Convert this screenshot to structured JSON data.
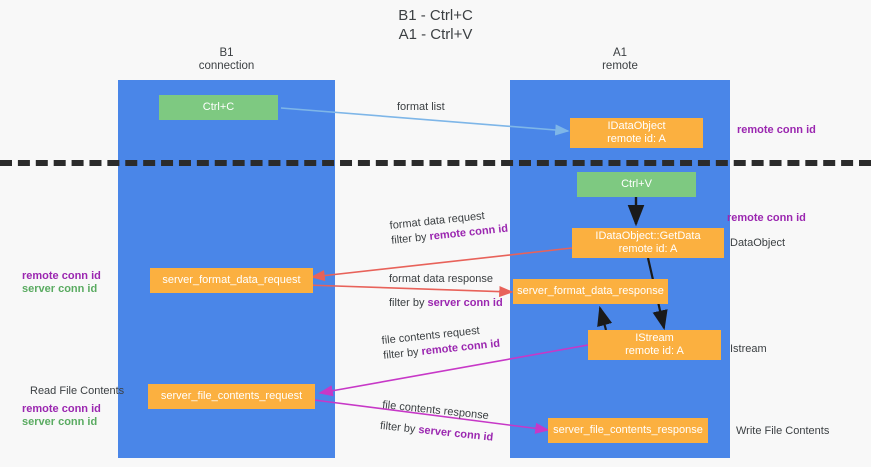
{
  "title": {
    "line1": "B1 - Ctrl+C",
    "line2": "A1 - Ctrl+V"
  },
  "lanes": [
    {
      "id": "b1",
      "name": "B1",
      "sub": "connection"
    },
    {
      "id": "a1",
      "name": "A1",
      "sub": "remote"
    }
  ],
  "boxes": {
    "ctrl_c": {
      "label": "Ctrl+C"
    },
    "ctrl_v": {
      "label": "Ctrl+V"
    },
    "idataobject_top": {
      "line1": "IDataObject",
      "line2": "remote id: A"
    },
    "idataobject_getdata": {
      "line1": "IDataObject::GetData",
      "line2": "remote id: A"
    },
    "istream": {
      "line1": "IStream",
      "line2": "remote id: A"
    },
    "server_format_data_request": {
      "label": "server_format_data_request"
    },
    "server_format_data_response": {
      "label": "server_format_data_response"
    },
    "server_file_contents_request": {
      "label": "server_file_contents_request"
    },
    "server_file_contents_response": {
      "label": "server_file_contents_response"
    }
  },
  "arrow_labels": {
    "format_list": "format list",
    "format_data_request": "format data request",
    "format_data_request_filter_prefix": "filter by ",
    "format_data_request_filter_value": "remote conn id",
    "format_data_response": "format data response",
    "format_data_response_filter_prefix": "filter by ",
    "format_data_response_filter_value": "server conn id",
    "file_contents_request": "file contents request",
    "file_contents_request_filter_prefix": "filter by ",
    "file_contents_request_filter_value": "remote conn id",
    "file_contents_response": "file contents response",
    "file_contents_response_filter_prefix": "filter by ",
    "file_contents_response_filter_value": "server conn id"
  },
  "annotations": {
    "right_remote_conn_id_top": "remote conn id",
    "right_remote_conn_id_mid": "remote conn id",
    "right_dataobject": "DataObject",
    "right_istream": "Istream",
    "right_write_file_contents": "Write File Contents",
    "left_remote_conn_id": "remote conn id",
    "left_server_conn_id": "server conn id",
    "left_read_file_contents": "Read File Contents",
    "left_bottom_remote_conn_id": "remote conn id",
    "left_bottom_server_conn_id": "server conn id"
  },
  "colors": {
    "lane": "#4a86e8",
    "green_box": "#7ec981",
    "orange_box": "#fbb040",
    "purple_text": "#9b27b0",
    "green_text": "#5aab61",
    "arrow_blue": "#7eb6e8",
    "arrow_red": "#e8625a",
    "arrow_magenta": "#c738c7",
    "arrow_black": "#1a1a1a",
    "divider": "#2b2b2b",
    "background": "#f8f8f8"
  }
}
